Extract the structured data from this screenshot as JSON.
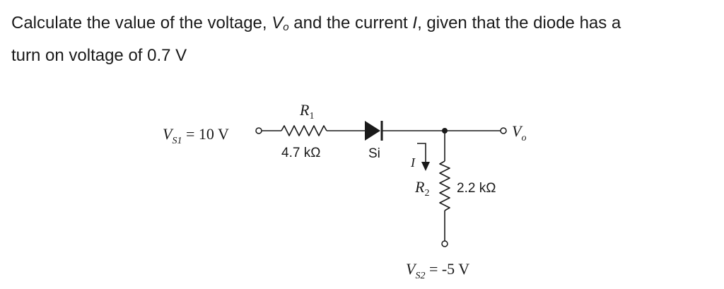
{
  "question": {
    "part1": "Calculate the value of the voltage, ",
    "vo_symbol": "V",
    "vo_sub": "o",
    "part2": " and the current ",
    "i_symbol": "I",
    "part3": ", given that the diode has a",
    "line2": "turn on voltage of 0.7 V"
  },
  "circuit": {
    "vs1": {
      "symbol": "V",
      "sub": "S1",
      "value": " = 10 V"
    },
    "r1": {
      "name": "R",
      "sub": "1",
      "value": "4.7 kΩ"
    },
    "diode": {
      "label": "Si"
    },
    "current": {
      "label": "I"
    },
    "r2": {
      "name": "R",
      "sub": "2",
      "value": "2.2 kΩ"
    },
    "vs2": {
      "symbol": "V",
      "sub": "S2",
      "value": " = -5 V"
    },
    "vo": {
      "symbol": "V",
      "sub": "o"
    }
  }
}
